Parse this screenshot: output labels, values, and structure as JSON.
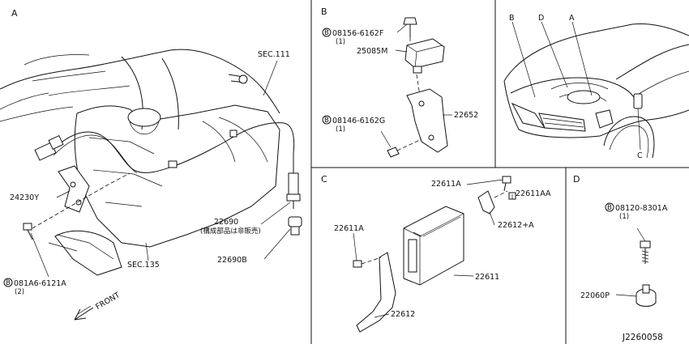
{
  "sections": {
    "a": "A",
    "b": "B",
    "c": "C",
    "d": "D"
  },
  "section_a": {
    "sec111": "SEC.111",
    "sec135": "SEC.135",
    "p24230y": "24230Y",
    "p22690": "22690",
    "p22690_note": "(構成部品は非販売)",
    "p22690b": "22690B",
    "bolt_code": "081A6-6121A",
    "bolt_qty": "(2)",
    "front": "FRONT"
  },
  "section_b": {
    "bolt1_code": "08156-6162F",
    "bolt1_qty": "(1)",
    "p25085m": "25085M",
    "p22652": "22652",
    "bolt2_code": "08146-6162G",
    "bolt2_qty": "(1)"
  },
  "section_c": {
    "p22611a_top": "22611A",
    "p22611aa": "22611AA",
    "p22612a": "22612+A",
    "p22611a_left": "22611A",
    "p22611": "22611",
    "p22612": "22612"
  },
  "section_d": {
    "bolt_code": "08120-8301A",
    "bolt_qty": "(1)",
    "p22060p": "22060P"
  },
  "car_view": {
    "label_b": "B",
    "label_d": "D",
    "label_a": "A",
    "label_c": "C"
  },
  "bolt_symbol": "B",
  "diagram_id": "J2260058"
}
